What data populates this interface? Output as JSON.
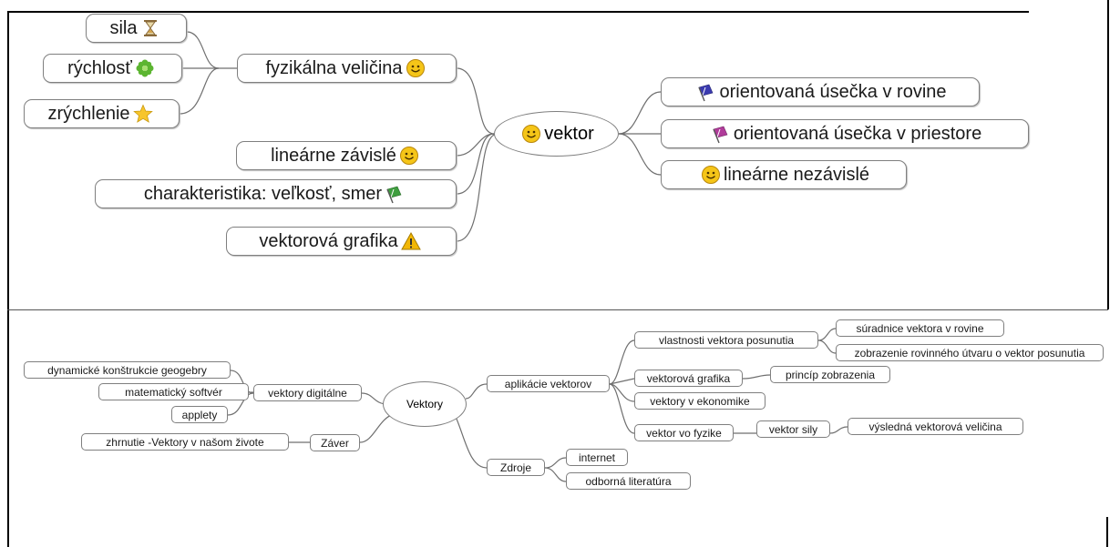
{
  "map1": {
    "center": {
      "label": "vektor",
      "icon": "smiley-icon"
    },
    "left": [
      {
        "label": "fyzikálna veličina",
        "icon": "smiley-icon",
        "children": [
          {
            "label": "sila",
            "icon": "hourglass-icon"
          },
          {
            "label": "rýchlosť",
            "icon": "green-flower-icon"
          },
          {
            "label": "zrýchlenie",
            "icon": "star-icon"
          }
        ]
      },
      {
        "label": "lineárne závislé",
        "icon": "smiley-icon"
      },
      {
        "label": "charakteristika: veľkosť, smer",
        "icon": "green-flag-icon"
      },
      {
        "label": "vektorová grafika",
        "icon": "warning-icon"
      }
    ],
    "right": [
      {
        "label": "orientovaná úsečka v rovine",
        "icon": "blue-flag-icon"
      },
      {
        "label": "orientovaná úsečka v priestore",
        "icon": "purple-flag-icon"
      },
      {
        "label": "lineárne nezávislé",
        "icon": "smiley-icon"
      }
    ]
  },
  "map2": {
    "center": {
      "label": "Vektory"
    },
    "left": [
      {
        "label": "vektory digitálne",
        "children": [
          "dynamické konštrukcie geogebry",
          "matematický softvér",
          "applety"
        ]
      },
      {
        "label": "Záver",
        "children": [
          "zhrnutie -Vektory v našom živote"
        ]
      }
    ],
    "right": [
      {
        "label": "aplikácie vektorov",
        "children": [
          {
            "label": "vlastnosti vektora posunutia",
            "children": [
              "súradnice vektora v rovine",
              "zobrazenie rovinného útvaru o vektor posunutia"
            ]
          },
          {
            "label": "vektorová grafika",
            "children": [
              "princíp zobrazenia"
            ]
          },
          {
            "label": "vektory v ekonomike"
          },
          {
            "label": "vektor vo fyzike",
            "children": [
              {
                "label": "vektor sily",
                "children": [
                  "výsledná vektorová veličina"
                ]
              }
            ]
          }
        ]
      },
      {
        "label": "Zdroje",
        "children": [
          "internet",
          "odborná literatúra"
        ]
      }
    ]
  },
  "colors": {
    "node_border": "#7f7f7f",
    "link": "#6f6f6f",
    "smiley": "#f5c518",
    "blue_flag": "#3b3bb0",
    "purple_flag": "#b03b9a",
    "green_flag": "#3f9e3f",
    "warning": "#f2b705",
    "star": "#f7c52b",
    "flower": "#5cb531"
  }
}
